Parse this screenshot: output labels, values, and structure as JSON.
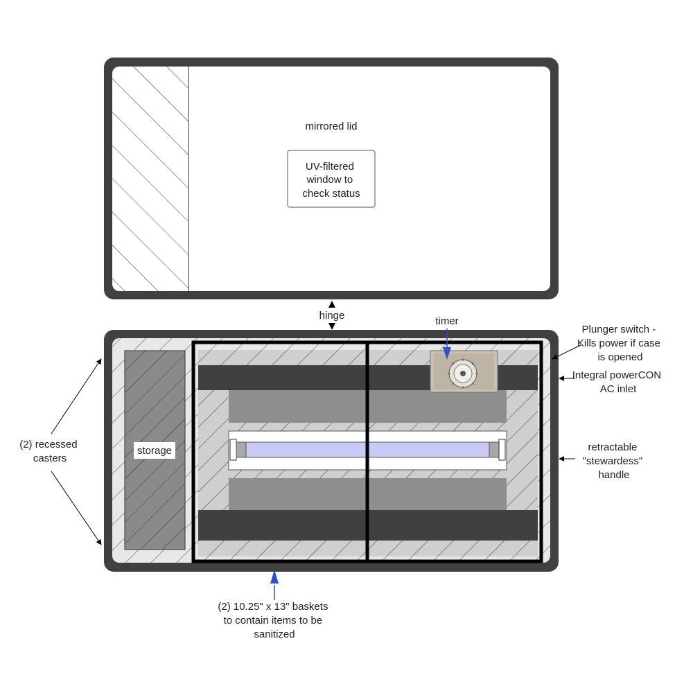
{
  "lid": {
    "label": "mirrored lid",
    "window_lines": [
      "UV-filtered",
      "window to",
      "check status"
    ]
  },
  "hinge_label": "hinge",
  "timer_label": "timer",
  "storage_label": "storage",
  "casters_lines": [
    "(2) recessed",
    "casters"
  ],
  "plunger_lines": [
    "Plunger switch -",
    "Kills power if case",
    "is opened"
  ],
  "inlet_lines": [
    "Integral powerCON",
    "AC inlet"
  ],
  "handle_lines": [
    "retractable",
    "\"stewardess\"",
    "handle"
  ],
  "baskets_lines": [
    "(2) 10.25\" x 13\" baskets",
    "to contain items to be",
    "sanitized"
  ],
  "colors": {
    "case_frame": "#404040",
    "dark_bar": "#404040",
    "hatch_light": "#e8e8e8",
    "hatch_mid": "#cfcfcf",
    "storage_fill": "#8a8a8a",
    "chamber_gray": "#8e8e8e",
    "uv_lamp": "#c9c9f7",
    "arrow_blue": "#3050c8"
  }
}
